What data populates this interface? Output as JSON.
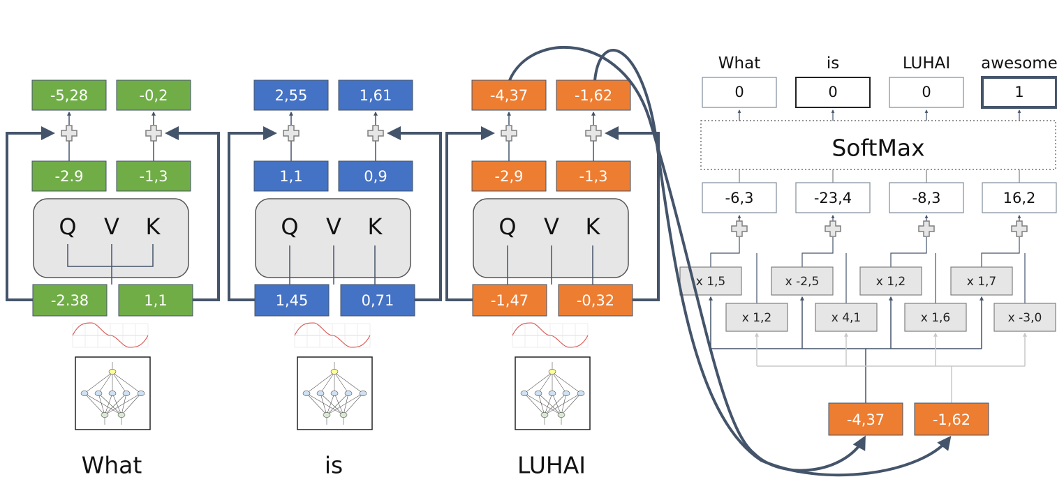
{
  "colors": {
    "green": "#70ad47",
    "blue": "#4472c4",
    "orange": "#ed7d31",
    "gray_box": "#e7e6e6",
    "line": "#44546a"
  },
  "columns": [
    {
      "word": "What",
      "color": "green",
      "outputs": [
        "-5,28",
        "-0,2"
      ],
      "mids": [
        "-2.9",
        "-1,3"
      ],
      "qvk": [
        "Q",
        "V",
        "K"
      ],
      "inputs": [
        "-2.38",
        "1,1"
      ]
    },
    {
      "word": "is",
      "color": "blue",
      "outputs": [
        "2,55",
        "1,61"
      ],
      "mids": [
        "1,1",
        "0,9"
      ],
      "qvk": [
        "Q",
        "V",
        "K"
      ],
      "inputs": [
        "1,45",
        "0,71"
      ]
    },
    {
      "word": "LUHAI",
      "color": "orange",
      "outputs": [
        "-4,37",
        "-1,62"
      ],
      "mids": [
        "-2,9",
        "-1,3"
      ],
      "qvk": [
        "Q",
        "V",
        "K"
      ],
      "inputs": [
        "-1,47",
        "-0,32"
      ]
    }
  ],
  "output_panel": {
    "vocab": [
      "What",
      "is",
      "LUHAI",
      "awesome"
    ],
    "probs": [
      "0",
      "0",
      "0",
      "1"
    ],
    "softmax_label": "SoftMax",
    "logits": [
      "-6,3",
      "-23,4",
      "-8,3",
      "16,2"
    ],
    "weights_top": [
      "x 1,5",
      "x -2,5",
      "x 1,2",
      "x 1,7"
    ],
    "weights_bottom": [
      "x 1,2",
      "x 4,1",
      "x 1,6",
      "x -3,0"
    ],
    "inputs": [
      "-4,37",
      "-1,62"
    ]
  }
}
